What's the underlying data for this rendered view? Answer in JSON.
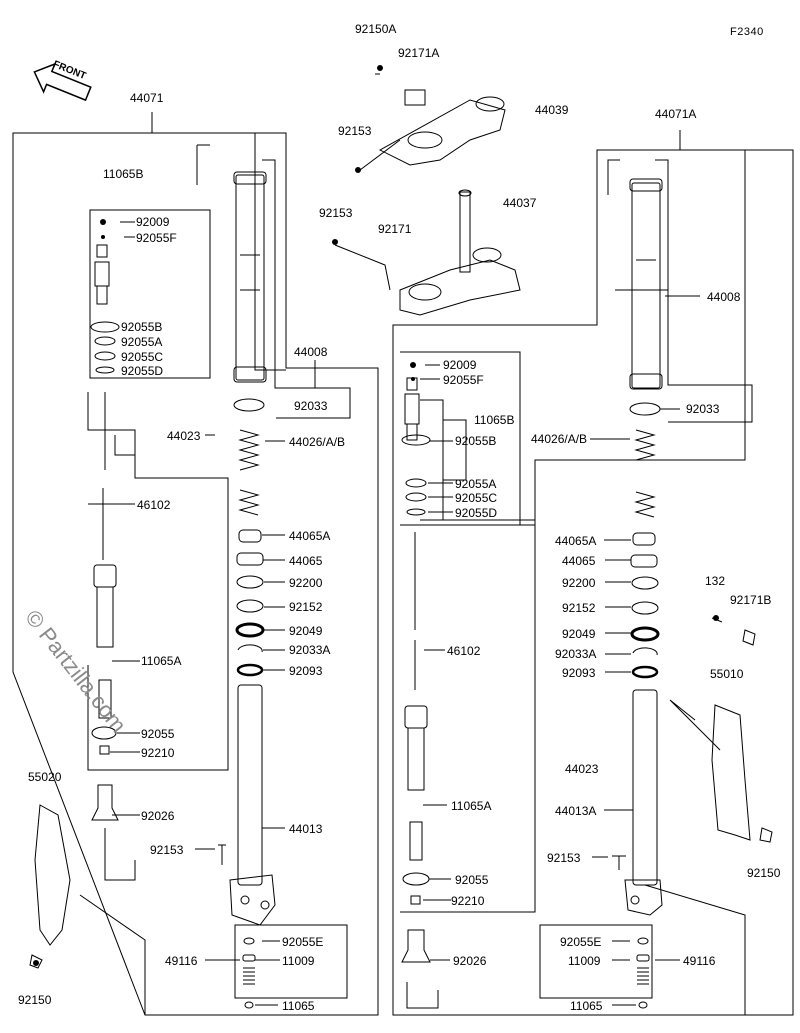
{
  "diagram_code": "F2340",
  "watermark": "© Partzilla.com",
  "front_marker": "FRONT",
  "labels": {
    "l44071": "44071",
    "l44071a": "44071A",
    "l92150a": "92150A",
    "l92171a": "92171A",
    "l44039": "44039",
    "l92153_top": "92153",
    "l92153_mid": "92153",
    "l92171": "92171",
    "l44037": "44037",
    "l11065b_left": "11065B",
    "l92009_left": "92009",
    "l92055f_left": "92055F",
    "l92055b_left": "92055B",
    "l92055a_left": "92055A",
    "l92055c_left": "92055C",
    "l92055d_left": "92055D",
    "l44008_left": "44008",
    "l92033_left": "92033",
    "l44023_left": "44023",
    "l44026_left": "44026/A/B",
    "l46102_left": "46102",
    "l44065a_left": "44065A",
    "l44065_left": "44065",
    "l92200_left": "92200",
    "l92152_left": "92152",
    "l92049_left": "92049",
    "l92033a_left": "92033A",
    "l92093_left": "92093",
    "l11065a_left": "11065A",
    "l92055_left": "92055",
    "l92210_left": "92210",
    "l55020": "55020",
    "l92026_left": "92026",
    "l44013_left": "44013",
    "l92153_left": "92153",
    "l92055e_left": "92055E",
    "l49116_left": "49116",
    "l11009_left": "11009",
    "l11065_left": "11065",
    "l92150_left": "92150",
    "l44008_right": "44008",
    "l92033_right": "92033",
    "l92009_right": "92009",
    "l92055f_right": "92055F",
    "l11065b_right": "11065B",
    "l44026_right": "44026/A/B",
    "l92055b_right": "92055B",
    "l92055a_right": "92055A",
    "l92055c_right": "92055C",
    "l92055d_right": "92055D",
    "l44065a_right": "44065A",
    "l44065_right": "44065",
    "l92200_right": "92200",
    "l132": "132",
    "l92171b": "92171B",
    "l92152_right": "92152",
    "l92049_right": "92049",
    "l46102_right": "46102",
    "l92033a_right": "92033A",
    "l92093_right": "92093",
    "l55010": "55010",
    "l44023_right": "44023",
    "l44013a": "44013A",
    "l11065a_right": "11065A",
    "l92153_right": "92153",
    "l92150_right": "92150",
    "l92055_right": "92055",
    "l92210_right": "92210",
    "l92055e_right": "92055E",
    "l92026_right": "92026",
    "l11009_right": "11009",
    "l49116_right": "49116",
    "l11065_right": "11065"
  }
}
